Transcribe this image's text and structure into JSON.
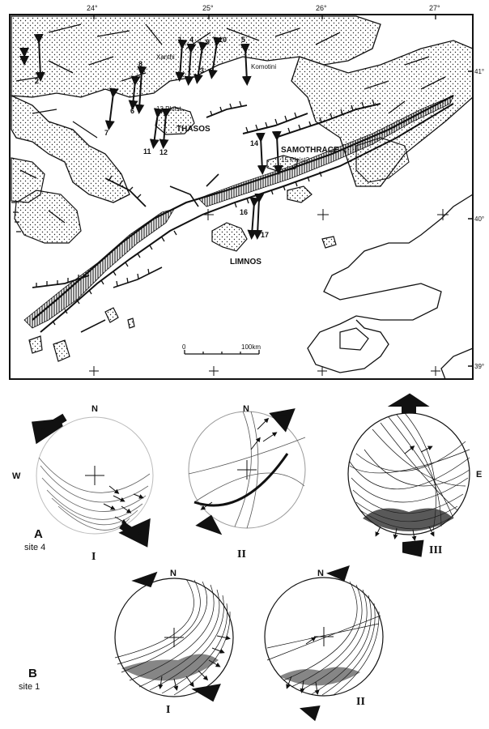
{
  "map": {
    "lon_ticks": [
      "24°",
      "25°",
      "26°",
      "27°"
    ],
    "lat_ticks": [
      "41°",
      "40°",
      "39°"
    ],
    "places": {
      "xanthi": "Xanthi",
      "komotini": "Komotini",
      "thasos": "THASOS",
      "samothrace": "SAMOTHRACE",
      "limnos": "LIMNOS",
      "pleist_13": "13 Pleist.",
      "pleist_15": "15 Pleist?"
    },
    "site_numbers": [
      "1",
      "2",
      "3",
      "4",
      "5",
      "6",
      "7",
      "8",
      "9",
      "10",
      "11",
      "12",
      "14",
      "16",
      "17"
    ],
    "scale": {
      "zero": "0",
      "end": "100km"
    }
  },
  "stereonets": {
    "panel_a": {
      "letter": "A",
      "site": "site 4"
    },
    "panel_b": {
      "letter": "B",
      "site": "site 1"
    },
    "north": "N",
    "west": "W",
    "east": "E",
    "roman": [
      "I",
      "II",
      "III"
    ]
  },
  "colors": {
    "ink": "#111111",
    "paper": "#ffffff"
  }
}
